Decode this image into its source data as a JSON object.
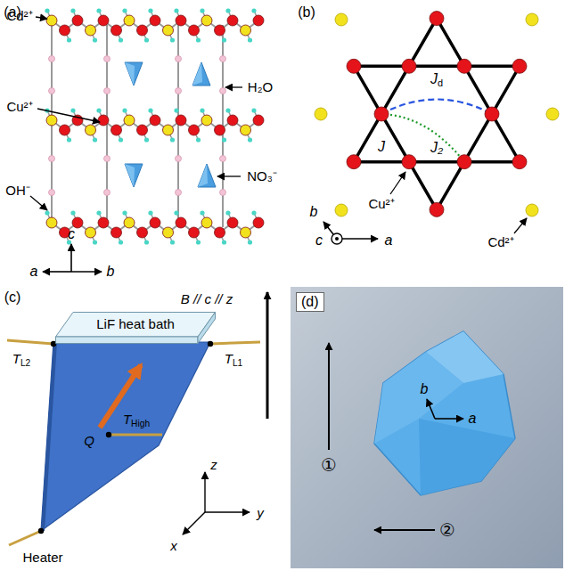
{
  "diagram": {
    "nodes": [
      {
        "text": [
          "LiF heat bath"
        ]
      },
      {
        "text": [
          "(d)"
        ]
      }
    ],
    "labels": [
      "(a)",
      "Cd²⁺",
      "Cu²⁺",
      "H₂O",
      "OH⁻",
      "NO₃⁻",
      "c",
      "a",
      "b",
      "(b)",
      "Jd",
      "J₂",
      "J",
      "b",
      "c",
      "a",
      "Cu²⁺",
      "Cd²⁺",
      "(c)",
      "B // c // z",
      "TL2",
      "TL1",
      "THigh",
      "Q",
      "z",
      "y",
      "x",
      "Heater",
      "①",
      "b",
      "a",
      "②"
    ]
  }
}
